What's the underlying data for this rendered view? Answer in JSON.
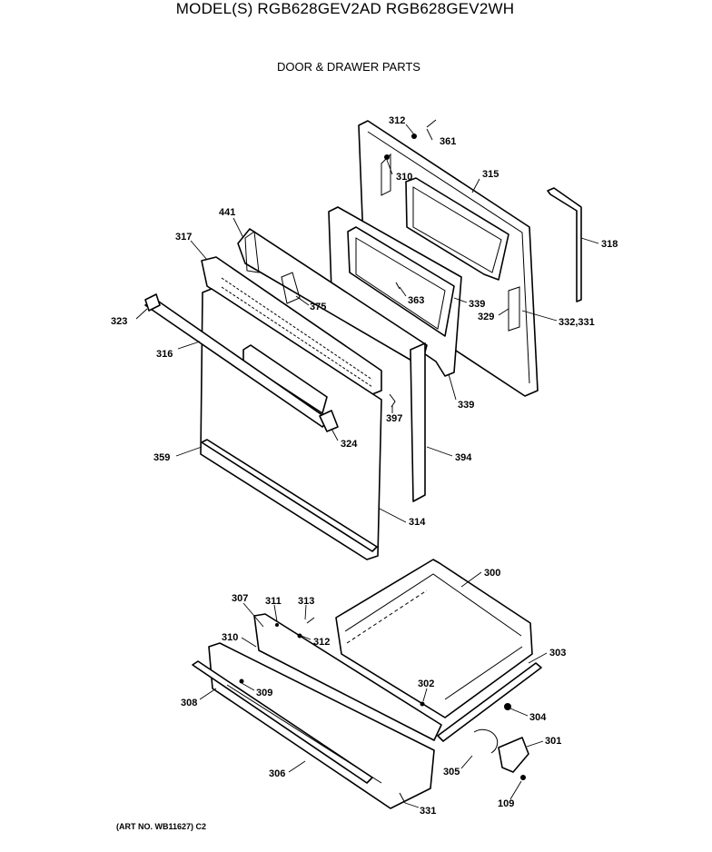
{
  "header": {
    "model": "MODEL(S) RGB628GEV2AD  RGB628GEV2WH",
    "section": "DOOR & DRAWER PARTS"
  },
  "footer": {
    "art_no": "(ART NO. WB11627)  C2"
  },
  "labels": {
    "p312a": "312",
    "p361": "361",
    "p310a": "310",
    "p315": "315",
    "p318": "318",
    "p441": "441",
    "p317": "317",
    "p375": "375",
    "p363": "363",
    "p339a": "339",
    "p329": "329",
    "p332_331": "332,331",
    "p323": "323",
    "p316": "316",
    "p339b": "339",
    "p397": "397",
    "p324": "324",
    "p359": "359",
    "p394": "394",
    "p314": "314",
    "p300": "300",
    "p307": "307",
    "p311": "311",
    "p313": "313",
    "p310b": "310",
    "p312b": "312",
    "p303": "303",
    "p308": "308",
    "p309": "309",
    "p302": "302",
    "p304": "304",
    "p301": "301",
    "p305": "305",
    "p306": "306",
    "p109": "109",
    "p331": "331"
  }
}
